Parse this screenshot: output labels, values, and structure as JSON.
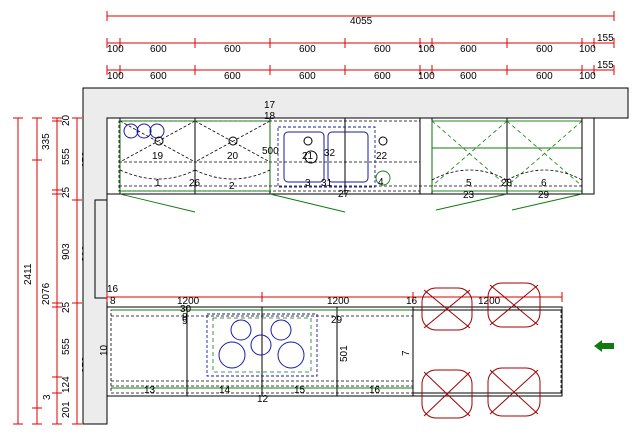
{
  "top_dims": {
    "total": "4055",
    "row1": [
      "100",
      "600",
      "600",
      "600",
      "600",
      "100",
      "600",
      "600",
      "100",
      "155"
    ],
    "row2": [
      "100",
      "600",
      "600",
      "600",
      "600",
      "100",
      "600",
      "600",
      "100",
      "155"
    ]
  },
  "left_dims": {
    "col_a": [
      "2411"
    ],
    "col_b": [
      "335",
      "2076",
      "3"
    ],
    "col_c": [
      "20",
      "555",
      "25",
      "903",
      "25",
      "555",
      "124",
      "201"
    ],
    "col_d": [
      "653",
      "800",
      "958"
    ],
    "inner": [
      "16",
      "8",
      "10"
    ]
  },
  "top_run": {
    "labels": [
      "17",
      "18",
      "19",
      "20",
      "500",
      "21",
      "32",
      "22",
      "3",
      "31",
      "1",
      "26",
      "2",
      "27",
      "4",
      "5",
      "28",
      "6",
      "23",
      "29"
    ]
  },
  "island": {
    "dims": [
      "1200",
      "1200",
      "1200",
      "16"
    ],
    "labels": [
      "30",
      "8",
      "9",
      "29",
      "501",
      "7",
      "13",
      "14",
      "15",
      "16",
      "12"
    ]
  },
  "arrow": {
    "color": "#117a11"
  }
}
